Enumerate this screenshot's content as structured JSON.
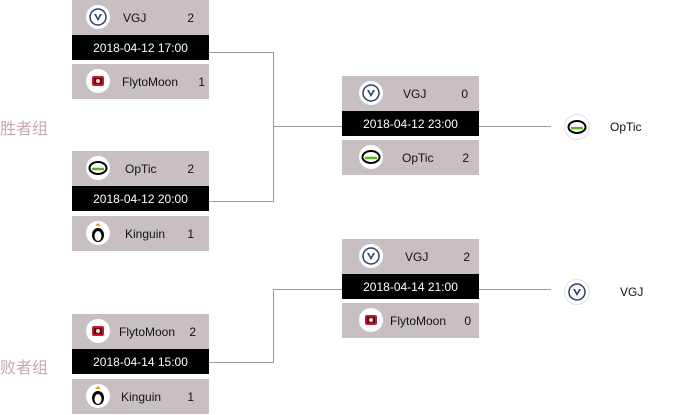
{
  "groups": {
    "winners": "胜者组",
    "losers": "败者组"
  },
  "matches": {
    "m1": {
      "team1": {
        "name": "VGJ",
        "score": "2"
      },
      "datetime": "2018-04-12 17:00",
      "team2": {
        "name": "FlytoMoon",
        "score": "1"
      }
    },
    "m2": {
      "team1": {
        "name": "OpTic",
        "score": "2"
      },
      "datetime": "2018-04-12 20:00",
      "team2": {
        "name": "Kinguin",
        "score": "1"
      }
    },
    "m3": {
      "team1": {
        "name": "VGJ",
        "score": "0"
      },
      "datetime": "2018-04-12 23:00",
      "team2": {
        "name": "OpTic",
        "score": "2"
      }
    },
    "m4": {
      "team1": {
        "name": "FlytoMoon",
        "score": "2"
      },
      "datetime": "2018-04-14 15:00",
      "team2": {
        "name": "Kinguin",
        "score": "1"
      }
    },
    "m5": {
      "team1": {
        "name": "VGJ",
        "score": "2"
      },
      "datetime": "2018-04-14 21:00",
      "team2": {
        "name": "FlytoMoon",
        "score": "0"
      }
    }
  },
  "finals": {
    "upper": "OpTic",
    "lower": "VGJ"
  },
  "icons": {
    "vgj": "vgj-logo-icon",
    "flytomoon": "flytomoon-logo-icon",
    "optic": "optic-logo-icon",
    "kinguin": "kinguin-logo-icon"
  },
  "colors": {
    "row_bg": "#c7bfc2",
    "date_bg": "#000000",
    "group_label": "#c9a7b8",
    "connector": "#999999"
  }
}
